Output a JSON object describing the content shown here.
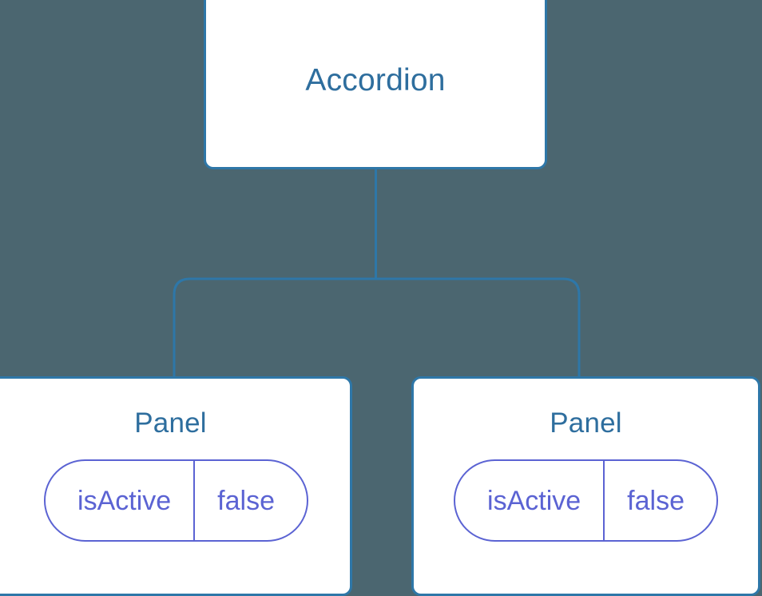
{
  "diagram": {
    "type": "component-tree",
    "background_color": "#4b6670",
    "node_border_color": "#2e77a8",
    "node_title_color": "#2e6e9e",
    "state_accent_color": "#5b63d3",
    "connector_color": "#2e77a8",
    "root": {
      "label": "Accordion"
    },
    "children": [
      {
        "label": "Panel",
        "state": {
          "key": "isActive",
          "value": "false"
        }
      },
      {
        "label": "Panel",
        "state": {
          "key": "isActive",
          "value": "false"
        }
      }
    ]
  }
}
